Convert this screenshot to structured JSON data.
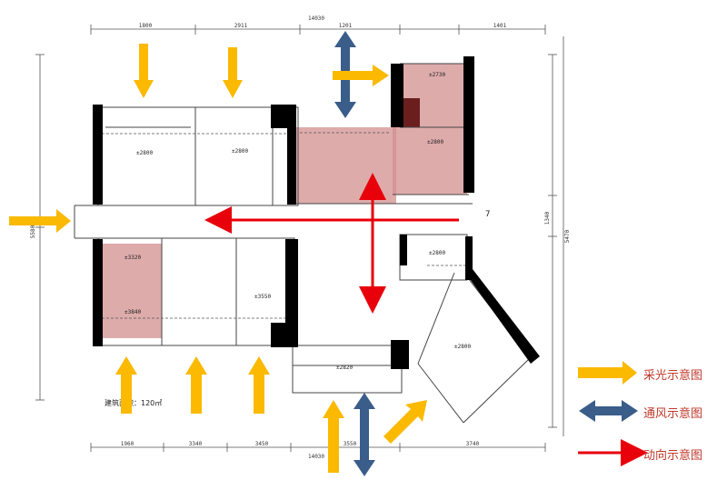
{
  "dimensions": {
    "top_total": "14030",
    "top_segments": [
      "1800",
      "2911",
      "1201",
      "1401"
    ],
    "bottom_total": "14030",
    "bottom_segments": [
      "1960",
      "3340",
      "3450",
      "3550",
      "3740"
    ],
    "left_total": "5580",
    "right_total": "5470",
    "right_mid": "1340"
  },
  "rooms": {
    "r1": "±2800",
    "r2": "±2800",
    "r3": "±2730",
    "r4": "±2800",
    "r5": "±3320",
    "r6": "±3840",
    "r7": "±3550",
    "r8": "±2800",
    "r9": "±2800",
    "r10": "±2820"
  },
  "markers": {
    "entry_mark": "7"
  },
  "area_note": "建筑面积：120㎡",
  "legend": {
    "light": "采光示意图",
    "ventilation": "通风示意图",
    "circulation": "动向示意图"
  },
  "colors": {
    "light_arrow": "#fbb900",
    "vent_arrow": "#3a5d8a",
    "circulation_arrow": "#e8000b",
    "highlight_fill": "#d38f8f",
    "wall": "#000000"
  }
}
